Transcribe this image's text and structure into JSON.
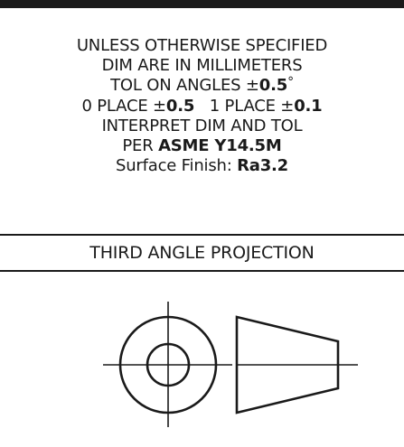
{
  "notes": {
    "line1": "UNLESS OTHERWISE SPECIFIED",
    "line2": "DIM ARE IN MILLIMETERS",
    "angle_prefix": "TOL ON ANGLES ±",
    "angle_value": "0.5",
    "angle_unit": "°",
    "place0_prefix": "0 PLACE ±",
    "place0_value": "0.5",
    "place1_prefix": "1 PLACE ±",
    "place1_value": "0.1",
    "line5": "INTERPRET DIM AND TOL",
    "per_prefix": "PER ",
    "per_standard": "ASME Y14.5M",
    "finish_prefix": "Surface Finish: ",
    "finish_value": "Ra3.2"
  },
  "projection": {
    "title": "THIRD ANGLE PROJECTION",
    "icon": "third-angle-projection-symbol-icon"
  }
}
